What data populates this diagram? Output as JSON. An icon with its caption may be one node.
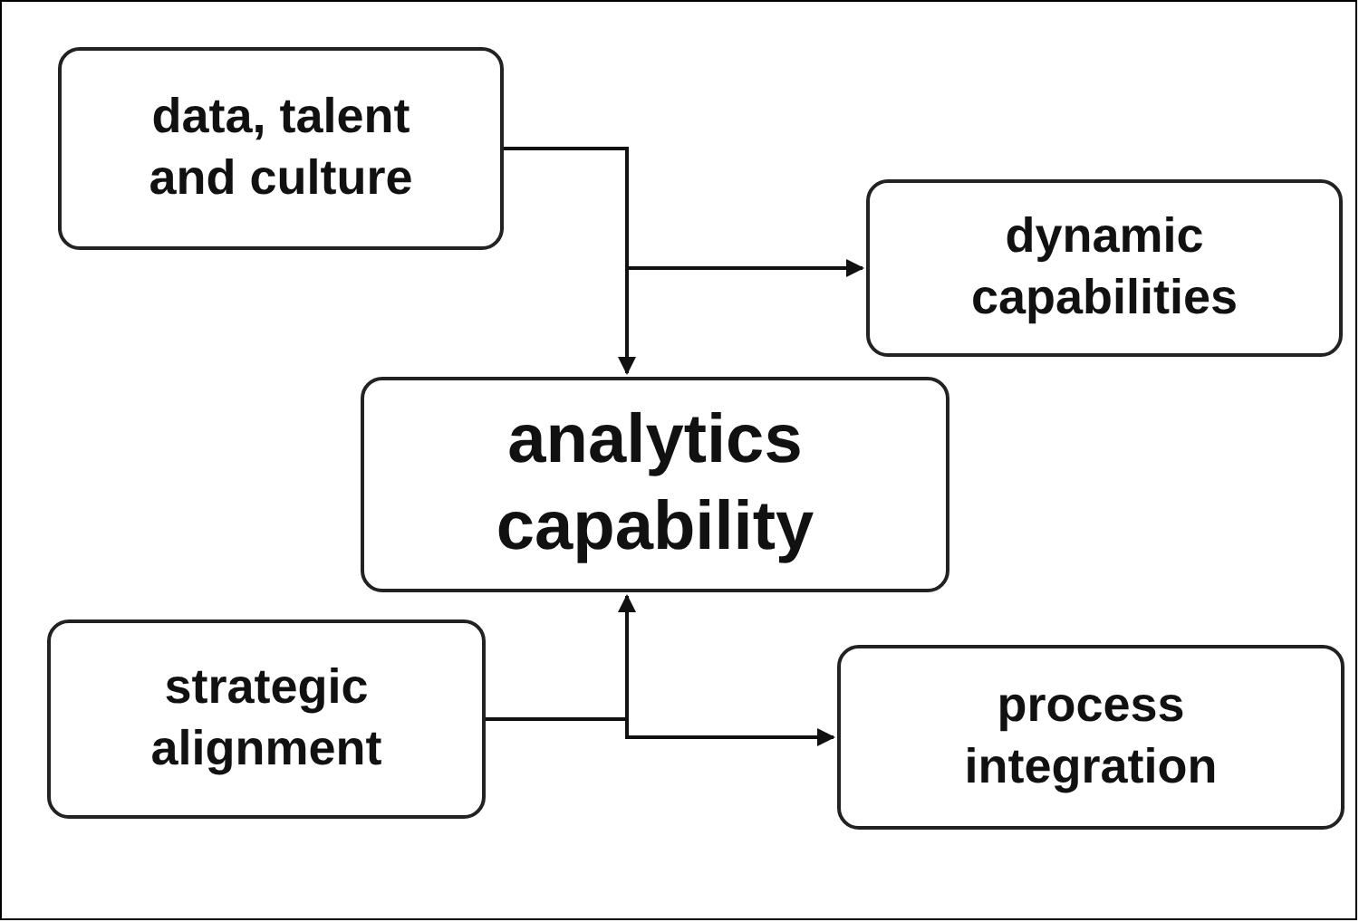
{
  "diagram": {
    "nodes": [
      {
        "text": [
          "data, talent and culture"
        ]
      },
      {
        "text": [
          "dynamic capabilities"
        ]
      },
      {
        "text": [
          "analytics capability"
        ]
      },
      {
        "text": [
          "strategic alignment"
        ]
      },
      {
        "text": [
          "process integration"
        ]
      }
    ],
    "edges": [
      {
        "from": 0,
        "to": 2,
        "arrow": "to"
      },
      {
        "from": 0,
        "to": 1,
        "arrow": "to"
      },
      {
        "from": 3,
        "to": 2,
        "arrow": "to"
      },
      {
        "from": 3,
        "to": 4,
        "arrow": "to"
      }
    ]
  }
}
